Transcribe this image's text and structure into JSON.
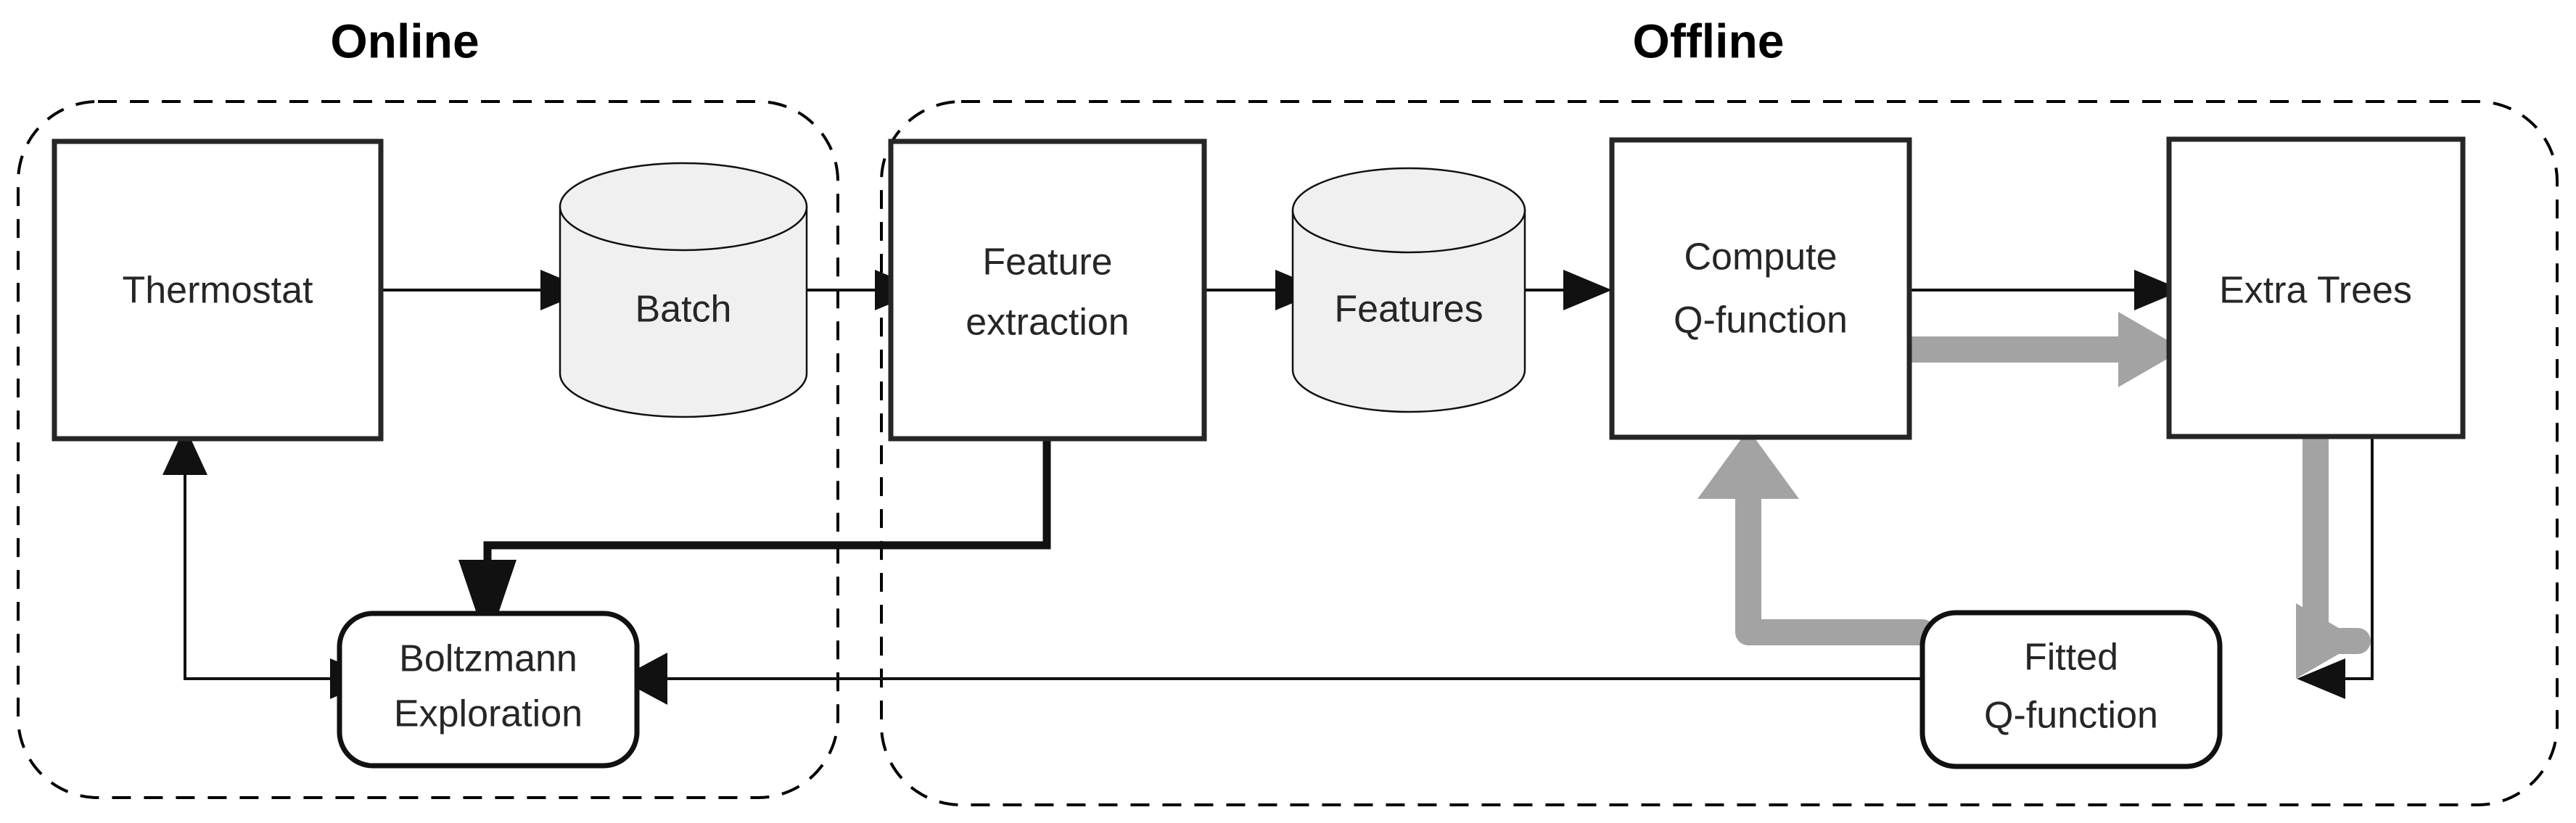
{
  "diagram": {
    "title_online": "Online",
    "title_offline": "Offline",
    "groups": [
      {
        "id": "online",
        "label": "Online"
      },
      {
        "id": "offline",
        "label": "Offline"
      }
    ],
    "nodes": [
      {
        "id": "thermostat",
        "label": "Thermostat",
        "shape": "rect",
        "group": "online"
      },
      {
        "id": "batch",
        "label": "Batch",
        "shape": "cylinder",
        "group": "online"
      },
      {
        "id": "boltzmann",
        "label_line1": "Boltzmann",
        "label_line2": "Exploration",
        "shape": "rounded-rect",
        "group": "online"
      },
      {
        "id": "feature-extraction",
        "label_line1": "Feature",
        "label_line2": "extraction",
        "shape": "rect",
        "group": "offline"
      },
      {
        "id": "features",
        "label": "Features",
        "shape": "cylinder",
        "group": "offline"
      },
      {
        "id": "compute-q",
        "label_line1": "Compute",
        "label_line2": "Q-function",
        "shape": "rect",
        "group": "offline"
      },
      {
        "id": "extra-trees",
        "label": "Extra Trees",
        "shape": "rect",
        "group": "offline"
      },
      {
        "id": "fitted-q",
        "label_line1": "Fitted",
        "label_line2": "Q-function",
        "shape": "rounded-rect",
        "group": "offline"
      }
    ],
    "edges": [
      {
        "from": "thermostat",
        "to": "batch",
        "style": "thin-black"
      },
      {
        "from": "batch",
        "to": "feature-extraction",
        "style": "thin-black"
      },
      {
        "from": "feature-extraction",
        "to": "features",
        "style": "thin-black"
      },
      {
        "from": "features",
        "to": "compute-q",
        "style": "thin-black"
      },
      {
        "from": "compute-q",
        "to": "extra-trees",
        "style": "thin-black"
      },
      {
        "from": "compute-q",
        "to": "extra-trees",
        "style": "thick-gray"
      },
      {
        "from": "extra-trees",
        "to": "fitted-q",
        "style": "thin-black"
      },
      {
        "from": "extra-trees",
        "to": "fitted-q",
        "style": "thick-gray"
      },
      {
        "from": "fitted-q",
        "to": "compute-q",
        "style": "thick-gray"
      },
      {
        "from": "fitted-q",
        "to": "boltzmann",
        "style": "thin-black"
      },
      {
        "from": "feature-extraction",
        "to": "boltzmann",
        "style": "thick-black"
      },
      {
        "from": "boltzmann",
        "to": "thermostat",
        "style": "thin-black"
      }
    ],
    "colors": {
      "stroke_black": "#111111",
      "stroke_gray": "#a3a3a3",
      "cylinder_fill": "#f0f0f0",
      "background": "#ffffff",
      "text": "#262626"
    }
  }
}
